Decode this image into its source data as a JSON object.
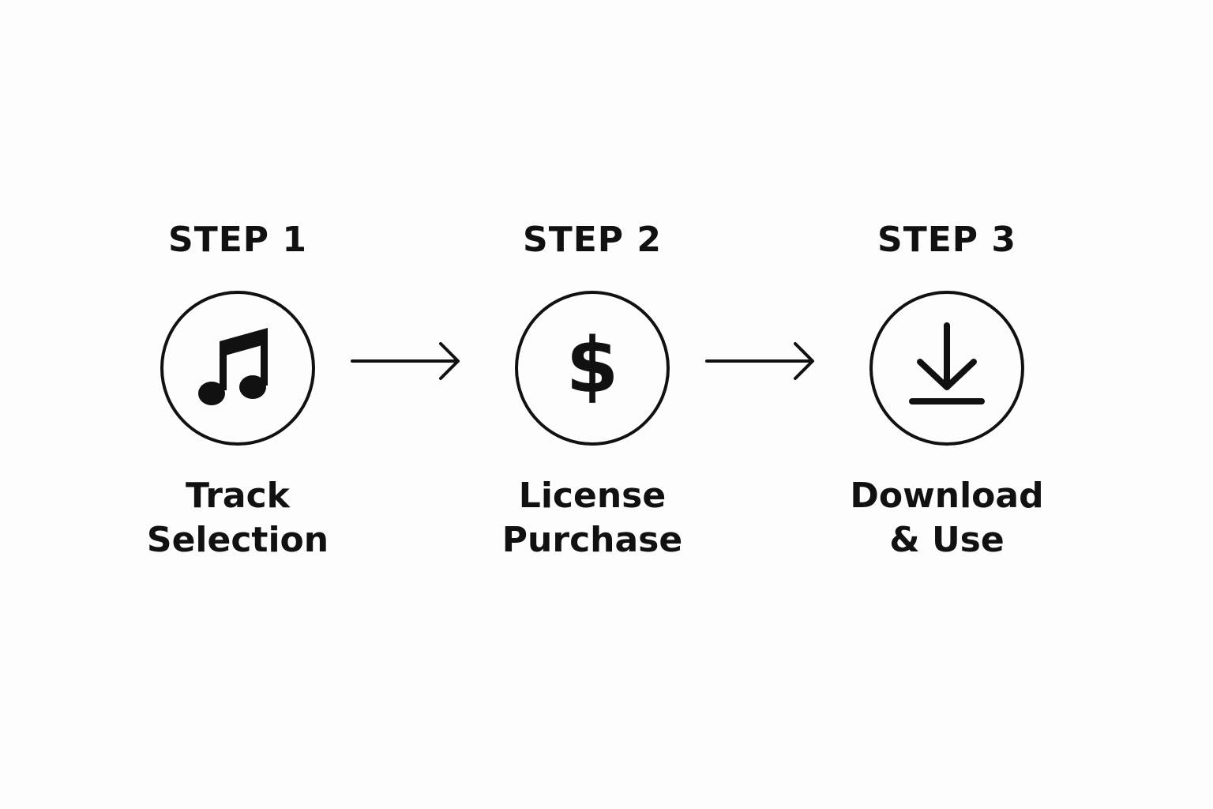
{
  "steps": [
    {
      "title": "STEP 1",
      "icon": "music-note-icon",
      "label_line1": "Track",
      "label_line2": "Selection"
    },
    {
      "title": "STEP 2",
      "icon": "dollar-sign-icon",
      "label_line1": "License",
      "label_line2": "Purchase",
      "icon_glyph": "$"
    },
    {
      "title": "STEP 3",
      "icon": "download-icon",
      "label_line1": "Download",
      "label_line2": "& Use"
    }
  ],
  "arrows": [
    "arrow-right-icon",
    "arrow-right-icon"
  ],
  "colors": {
    "ink": "#111111",
    "background": "#fdfdfd"
  }
}
